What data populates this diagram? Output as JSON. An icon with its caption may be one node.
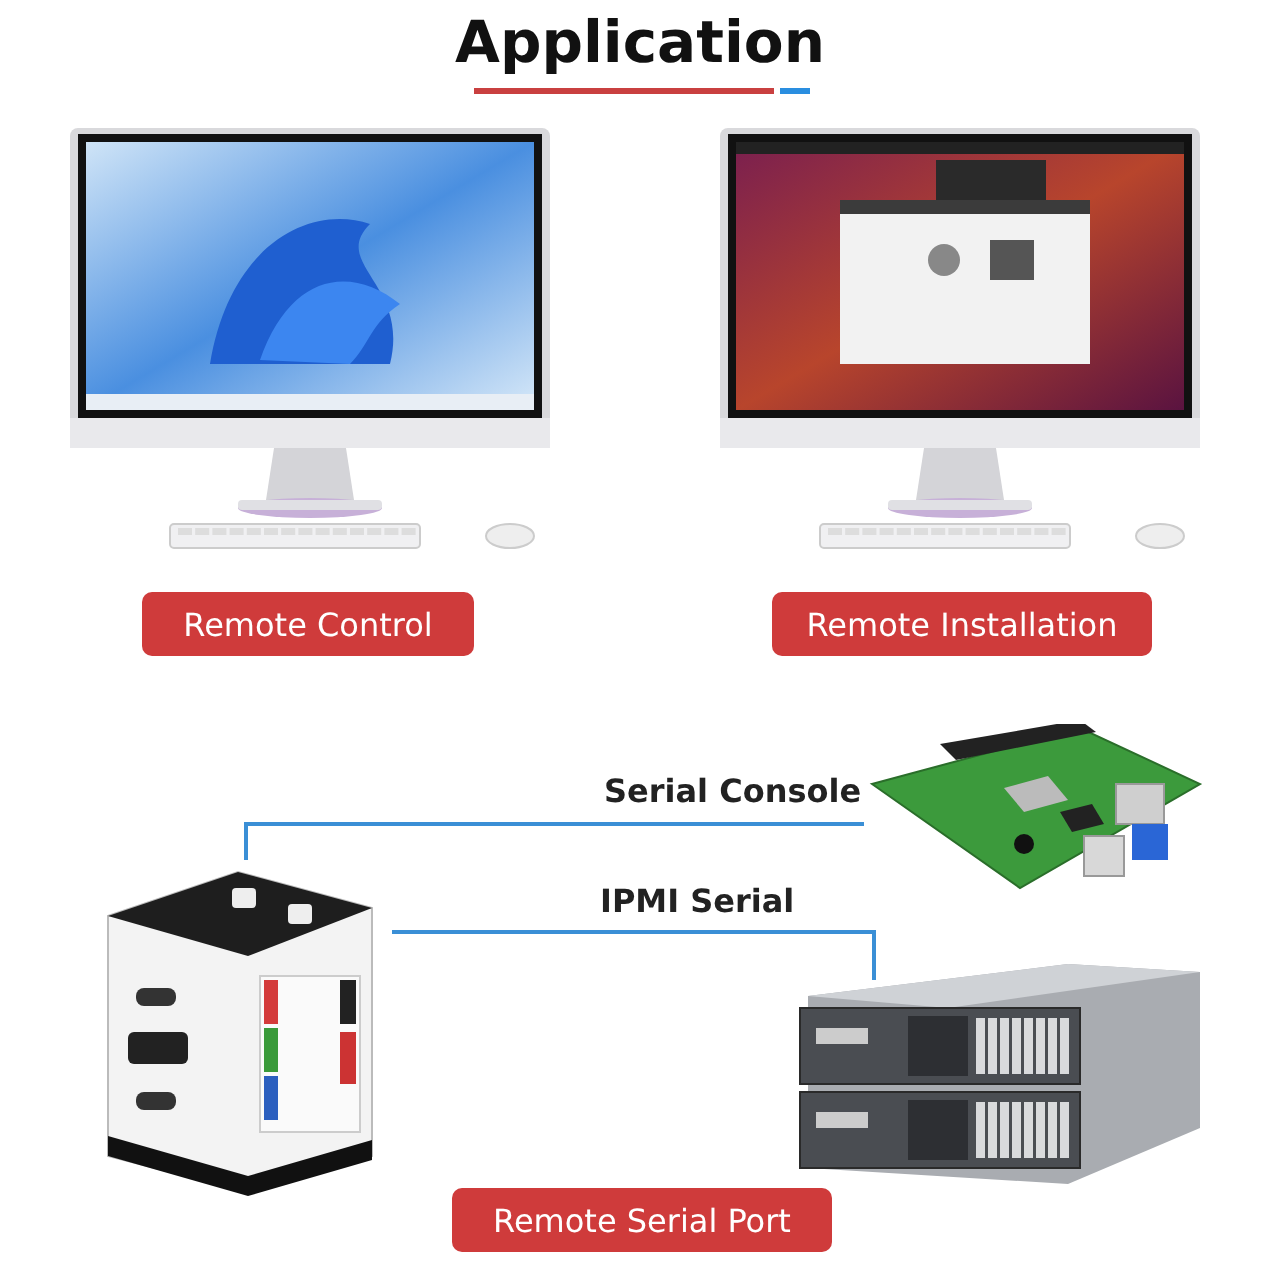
{
  "diagram": {
    "title": "Application",
    "nodes": [
      {
        "text": [],
        "shape": "picture"
      },
      {
        "text": [
          "Remote Control"
        ]
      },
      {
        "text": [],
        "shape": "picture"
      },
      {
        "text": [
          "Remote Installation"
        ]
      },
      {
        "text": [],
        "shape": "picture"
      },
      {
        "text": [],
        "shape": "picture"
      },
      {
        "text": [],
        "shape": "picture"
      },
      {
        "text": [
          "Remote Serial Port"
        ]
      }
    ],
    "edges": [
      {
        "from": 4,
        "to": 5,
        "arrow": "none",
        "label": "Serial Console"
      },
      {
        "from": 4,
        "to": 6,
        "arrow": "none",
        "label": "IPMI Serial"
      }
    ]
  }
}
